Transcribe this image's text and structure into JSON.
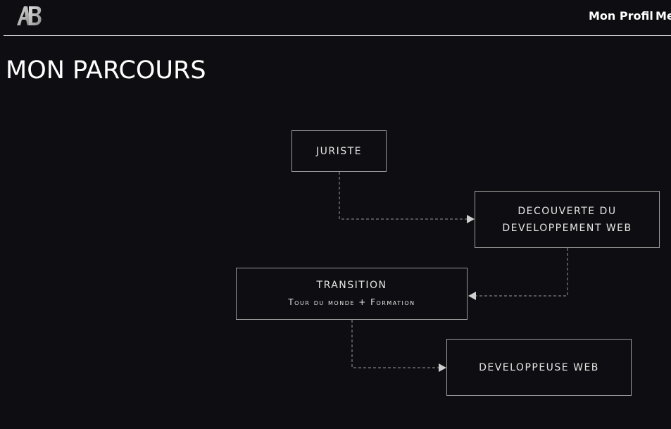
{
  "header": {
    "logo_text": "AB",
    "nav": {
      "profil": "Mon Profil",
      "more": "Me"
    }
  },
  "main": {
    "title": "MON PARCOURS",
    "timeline": [
      {
        "title": "JURISTE",
        "subtitle": ""
      },
      {
        "title": "DECOUVERTE DU DEVELOPPEMENT WEB",
        "title_line1": "DECOUVERTE DU",
        "title_line2": "DEVELOPPEMENT WEB"
      },
      {
        "title": "TRANSITION",
        "subtitle": "Tour du monde + Formation"
      },
      {
        "title": "DEVELOPPEUSE WEB",
        "subtitle": ""
      }
    ]
  },
  "colors": {
    "background": "#0e0e12",
    "text": "#ffffff",
    "border": "#9a9a9a",
    "connector": "#9a9a9a"
  }
}
